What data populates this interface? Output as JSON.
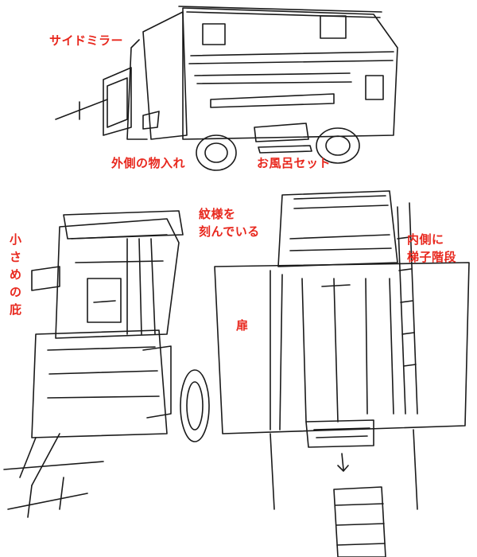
{
  "labels": {
    "side_mirror": "サイドミラー",
    "outer_storage": "外側の物入れ",
    "bath_set": "お風呂セット",
    "pattern": "紋様を\n刻んでいる",
    "small_eaves": "小\nさ\nめ\nの\n庇",
    "inner_ladder": "内側に\n梯子階段",
    "door": "扉"
  },
  "colors": {
    "annotation": "#e8281e",
    "ink": "#1a1a1a",
    "paper": "#ffffff"
  }
}
